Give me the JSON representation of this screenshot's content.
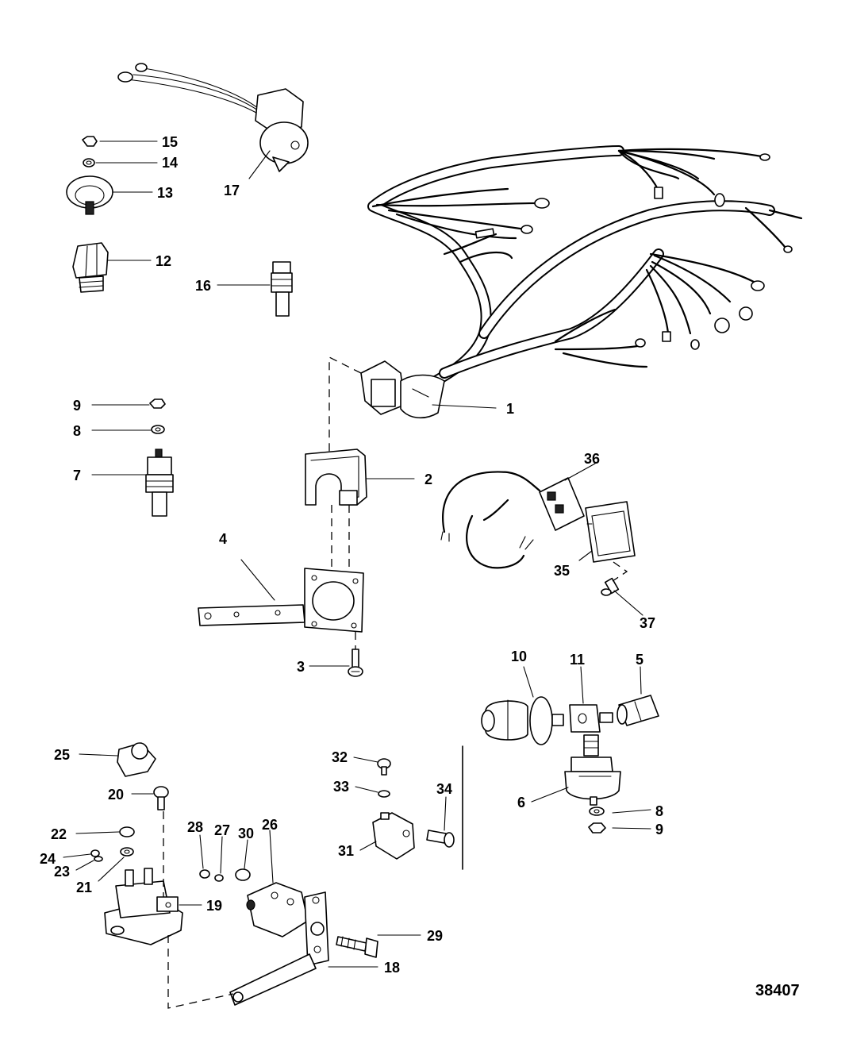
{
  "figure_number": "38407",
  "callouts": {
    "c1": "1",
    "c2": "2",
    "c3": "3",
    "c4": "4",
    "c5": "5",
    "c6": "6",
    "c7": "7",
    "c8a": "8",
    "c8b": "8",
    "c9a": "9",
    "c9b": "9",
    "c10": "10",
    "c11": "11",
    "c12": "12",
    "c13": "13",
    "c14": "14",
    "c15": "15",
    "c16": "16",
    "c17": "17",
    "c18": "18",
    "c19": "19",
    "c20": "20",
    "c21": "21",
    "c22": "22",
    "c23": "23",
    "c24": "24",
    "c25": "25",
    "c26": "26",
    "c27": "27",
    "c28": "28",
    "c29": "29",
    "c30": "30",
    "c31": "31",
    "c32": "32",
    "c33": "33",
    "c34": "34",
    "c35": "35",
    "c36": "36",
    "c37": "37"
  }
}
